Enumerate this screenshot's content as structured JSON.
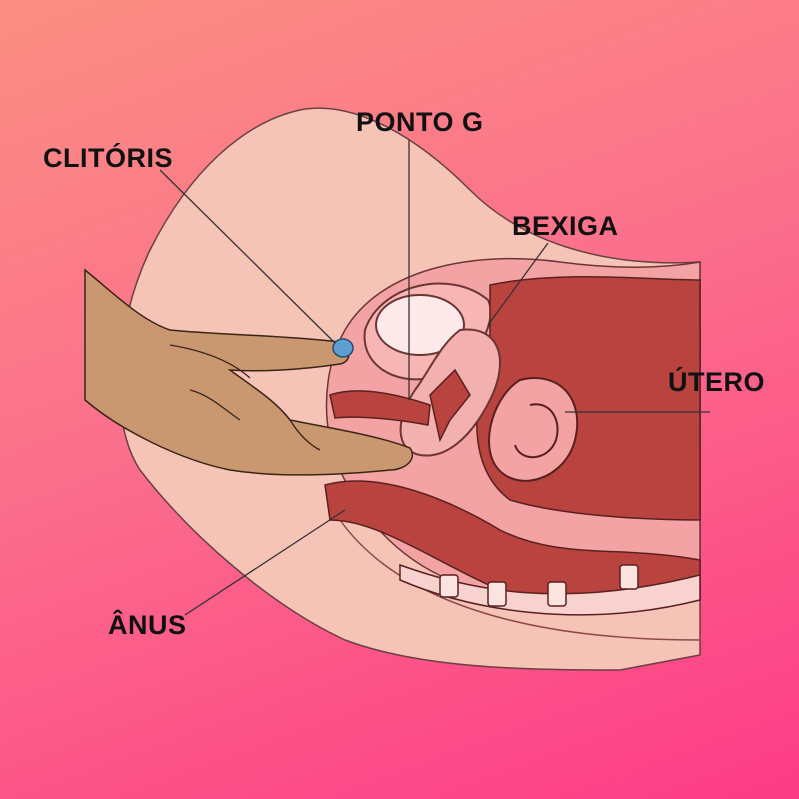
{
  "labels": {
    "clitoris": "CLITÓRIS",
    "g_spot": "PONTO G",
    "bladder": "BEXIGA",
    "uterus": "ÚTERO",
    "anus": "ÂNUS"
  },
  "colors": {
    "background_top": "#fb8f82",
    "background_bottom": "#fd3c86",
    "skin": "#f6c3b7",
    "tissue": "#f4a3a4",
    "organ_dark": "#b8433f",
    "hand": "#c99770",
    "clitoris_marker": "#5d9fd0",
    "text": "#111111"
  }
}
